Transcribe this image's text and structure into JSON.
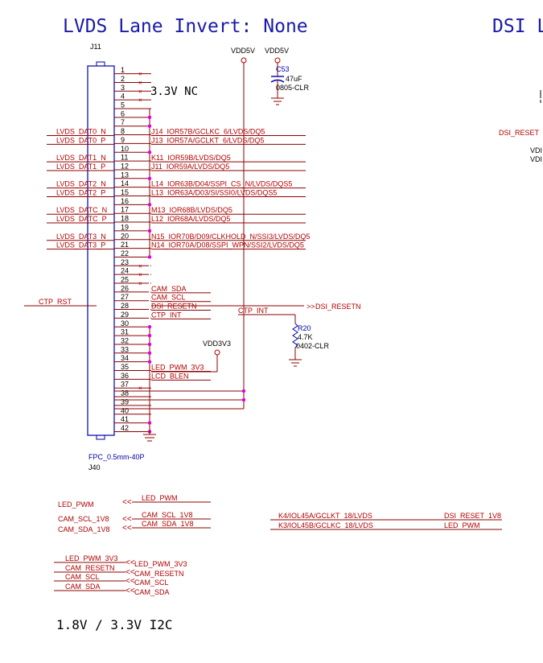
{
  "colors": {
    "wire": "#8b0000",
    "net_label": "#b00000",
    "comp": "#0000a8",
    "junction": "#e000e0",
    "title": "#1a1aa8",
    "black": "#000000"
  },
  "titles": {
    "lvds": "LVDS Lane Invert: None",
    "dsi": "DSI L",
    "i2c": "1.8V / 3.3V I2C"
  },
  "connector": {
    "ref_top": "J11",
    "ref_bottom": "J40",
    "footprint": "FPC_0.5mm-40P"
  },
  "note_33v": "3.3V NC",
  "power": {
    "vdd5v_a": "VDD5V",
    "vdd5v_b": "VDD5V",
    "vdd3v3": "VDD3V3"
  },
  "cap": {
    "ref": "C53",
    "value": "47uF",
    "package": "0805-CLR"
  },
  "res": {
    "ref": "R20",
    "value": "4.7K",
    "package": "0402-CLR"
  },
  "pins": [
    "1",
    "2",
    "3",
    "4",
    "5",
    "6",
    "7",
    "8",
    "9",
    "10",
    "11",
    "12",
    "13",
    "14",
    "15",
    "16",
    "17",
    "18",
    "19",
    "20",
    "21",
    "22",
    "23",
    "24",
    "25",
    "26",
    "27",
    "28",
    "29",
    "30",
    "31",
    "32",
    "33",
    "34",
    "35",
    "36",
    "37",
    "38",
    "39",
    "40",
    "41",
    "42"
  ],
  "left_nets": [
    {
      "pin": 8,
      "name": "LVDS_DAT0_N"
    },
    {
      "pin": 9,
      "name": "LVDS_DAT0_P"
    },
    {
      "pin": 11,
      "name": "LVDS_DAT1_N"
    },
    {
      "pin": 12,
      "name": "LVDS_DAT1_P"
    },
    {
      "pin": 14,
      "name": "LVDS_DAT2_N"
    },
    {
      "pin": 15,
      "name": "LVDS_DAT2_P"
    },
    {
      "pin": 17,
      "name": "LVDS_DATC_N"
    },
    {
      "pin": 18,
      "name": "LVDS_DATC_P"
    },
    {
      "pin": 20,
      "name": "LVDS_DAT3_N"
    },
    {
      "pin": 21,
      "name": "LVDS_DAT3_P"
    }
  ],
  "right_nets": [
    {
      "pin": 8,
      "name": "J14_IOR57B/GCLKC_6/LVDS/DQ5"
    },
    {
      "pin": 9,
      "name": "J13_IOR57A/GCLKT_6/LVDS/DQ5"
    },
    {
      "pin": 11,
      "name": "K11_IOR59B/LVDS/DQ5"
    },
    {
      "pin": 12,
      "name": "J11_IOR59A/LVDS/DQ5"
    },
    {
      "pin": 14,
      "name": "L14_IOR63B/D04/SSPI_CS_N/LVDS/DQS5"
    },
    {
      "pin": 15,
      "name": "L13_IOR63A/D03/SI/SSI0/LVDS/DQS5"
    },
    {
      "pin": 17,
      "name": "M13_IOR68B/LVDS/DQ5"
    },
    {
      "pin": 18,
      "name": "L12_IOR68A/LVDS/DQ5"
    },
    {
      "pin": 20,
      "name": "N15_IOR70B/D09/CLKHOLD_N/SSI3/LVDS/DQ5"
    },
    {
      "pin": 21,
      "name": "N14_IOR70A/D08/SSPI_WPN/SSI2/LVDS/DQ5"
    },
    {
      "pin": 26,
      "name": "CAM_SDA"
    },
    {
      "pin": 27,
      "name": "CAM_SCL"
    },
    {
      "pin": 28,
      "name": "DSI_RESETN"
    },
    {
      "pin": 29,
      "name": "CTP_INT"
    },
    {
      "pin": 35,
      "name": "LED_PWM_3V3"
    },
    {
      "pin": 36,
      "name": "LCD_BLEN"
    }
  ],
  "ctp_rst": "CTP_RST",
  "ctp_int_wire": "CTP_INT",
  "dsi_resetn_port": "DSI_RESETN",
  "dsi_right": {
    "reset": "DSI_RESET",
    "vd1": "VDI",
    "vd2": "VDI"
  },
  "ports_mid": [
    {
      "left": "LED_PWM",
      "right": "LED_PWM"
    },
    {
      "left": "CAM_SCL_1V8",
      "right": "CAM_SCL_1V8"
    },
    {
      "left": "CAM_SDA_1V8",
      "right": "CAM_SDA_1V8"
    }
  ],
  "fpga_nets": [
    {
      "left": "K4/IOL45A/GCLKT_18/LVDS",
      "right": "DSI_RESET_1V8"
    },
    {
      "left": "K3/IOL45B/GCLKC_18/LVDS",
      "right": "LED_PWM"
    }
  ],
  "ports_bottom": [
    {
      "left": "LED_PWM_3V3",
      "right": "LED_PWM_3V3"
    },
    {
      "left": "CAM_RESETN",
      "right": "CAM_RESETN"
    },
    {
      "left": "CAM_SCL",
      "right": "CAM_SCL"
    },
    {
      "left": "CAM_SDA",
      "right": "CAM_SDA"
    }
  ]
}
